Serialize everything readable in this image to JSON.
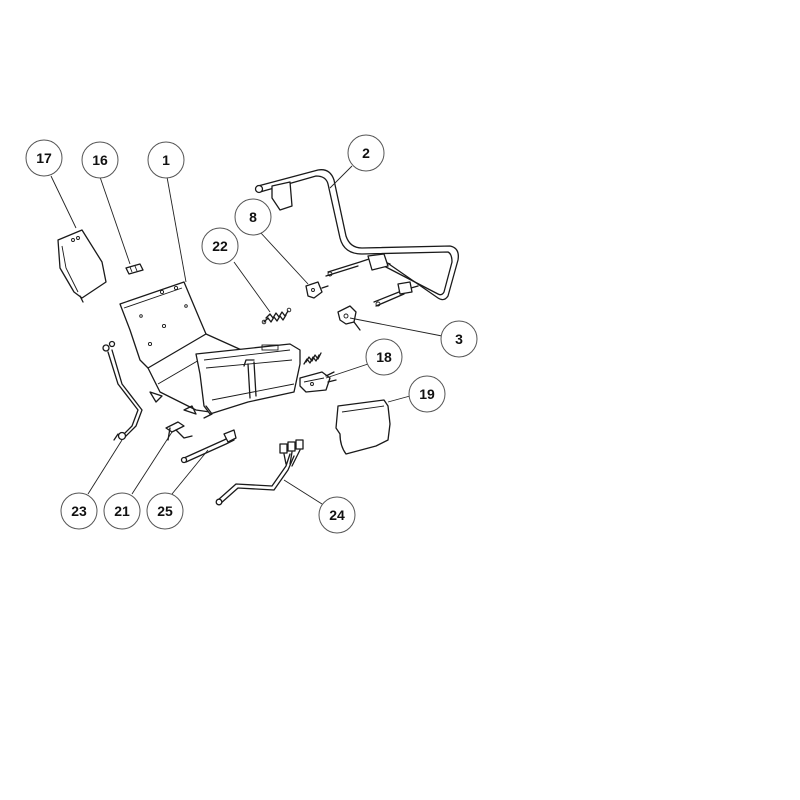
{
  "callouts": [
    {
      "id": "c17",
      "label": "17"
    },
    {
      "id": "c16",
      "label": "16"
    },
    {
      "id": "c1",
      "label": "1"
    },
    {
      "id": "c2",
      "label": "2"
    },
    {
      "id": "c8",
      "label": "8"
    },
    {
      "id": "c22",
      "label": "22"
    },
    {
      "id": "c3",
      "label": "3"
    },
    {
      "id": "c18",
      "label": "18"
    },
    {
      "id": "c19",
      "label": "19"
    },
    {
      "id": "c23",
      "label": "23"
    },
    {
      "id": "c21",
      "label": "21"
    },
    {
      "id": "c25",
      "label": "25"
    },
    {
      "id": "c24",
      "label": "24"
    }
  ]
}
